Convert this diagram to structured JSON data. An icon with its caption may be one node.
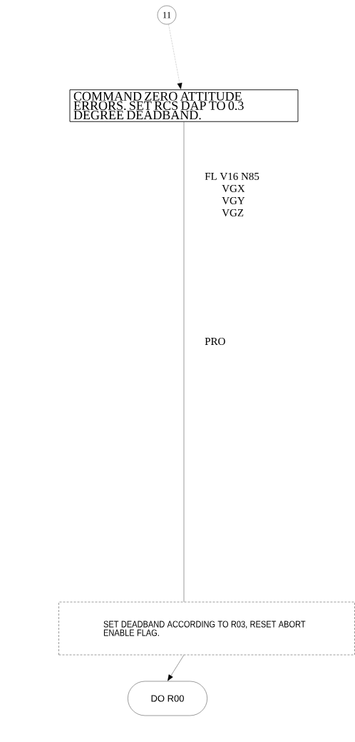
{
  "diagram": {
    "nodes": [
      {
        "text": [
          "11"
        ]
      },
      {
        "text": [
          "COMMAND ZERO ATTITUDE ERRORS. SET RCS DAP TO 0.3 DEGREE DEADBAND."
        ]
      },
      {
        "text": [
          "SET DEADBAND ACCORDING TO R03, RESET ABORT ENABLE FLAG."
        ]
      },
      {
        "text": [
          "DO R00"
        ]
      }
    ],
    "edges": [
      {
        "from": 0,
        "to": 1,
        "arrow": "to",
        "style": "dashed"
      },
      {
        "from": 1,
        "to": 2,
        "arrow": "none"
      },
      {
        "from": 2,
        "to": 3,
        "arrow": "to"
      }
    ],
    "labels": [
      "FL V16 N85",
      "VGX",
      "VGY",
      "VGZ",
      "PRO"
    ]
  }
}
